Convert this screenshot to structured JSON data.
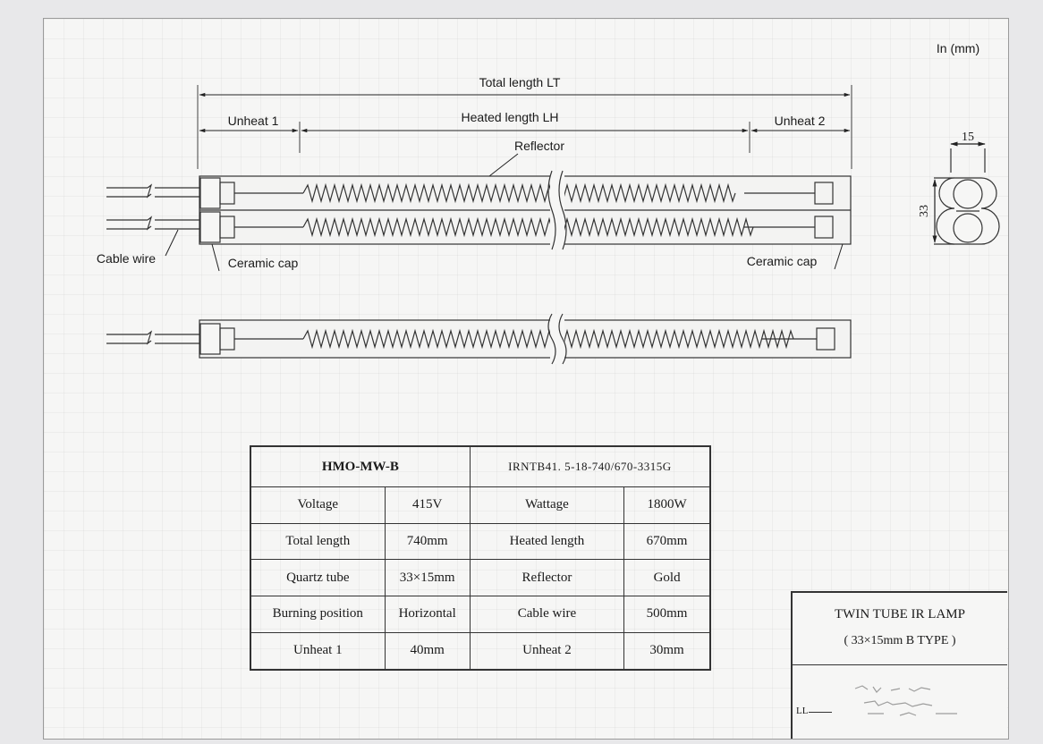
{
  "units": "In (mm)",
  "dimensions": {
    "total_length": "Total length LT",
    "heated_length": "Heated length LH",
    "unheat_1": "Unheat 1",
    "unheat_2": "Unheat 2",
    "tube_width": "15",
    "tube_height": "33"
  },
  "callouts": {
    "reflector": "Reflector",
    "cable_wire": "Cable wire",
    "ceramic_cap_left": "Ceramic cap",
    "ceramic_cap_right": "Ceramic cap"
  },
  "spec_table": {
    "model": "HMO-MW-B",
    "code": "IRNTB41. 5-18-740/670-3315G",
    "rows": [
      {
        "k1": "Voltage",
        "v1": "415V",
        "k2": "Wattage",
        "v2": "1800W"
      },
      {
        "k1": "Total length",
        "v1": "740mm",
        "k2": "Heated length",
        "v2": "670mm"
      },
      {
        "k1": "Quartz tube",
        "v1": "33×15mm",
        "k2": "Reflector",
        "v2": "Gold"
      },
      {
        "k1": "Burning position",
        "v1": "Horizontal",
        "k2": "Cable wire",
        "v2": "500mm"
      },
      {
        "k1": "Unheat 1",
        "v1": "40mm",
        "k2": "Unheat 2",
        "v2": "30mm"
      }
    ]
  },
  "title_block": {
    "title": "TWIN TUBE IR LAMP",
    "subtitle": "( 33×15mm B TYPE )",
    "ll_label": "LL"
  }
}
